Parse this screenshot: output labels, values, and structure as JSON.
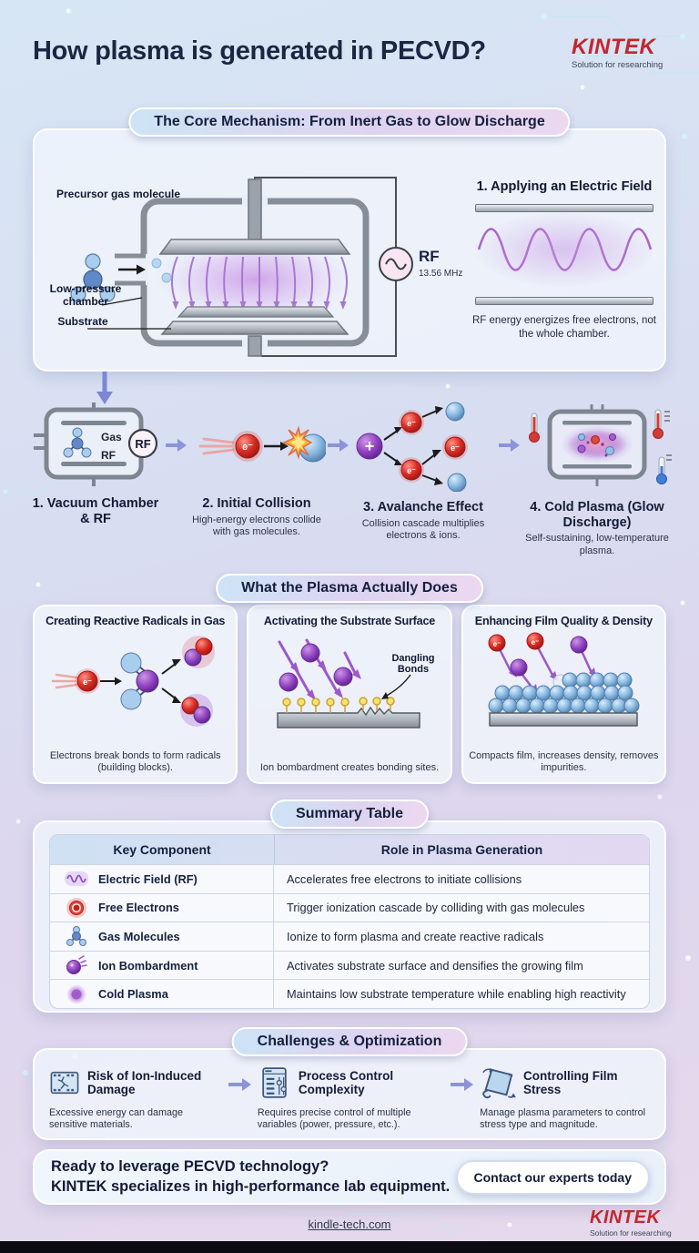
{
  "page": {
    "title": "How plasma is generated in PECVD?",
    "footer_link": "kindle-tech.com"
  },
  "brand": {
    "name": "KINTEK",
    "tagline": "Solution for researching",
    "color": "#c2272f"
  },
  "core_mechanism": {
    "badge": "The Core Mechanism: From Inert Gas to Glow Discharge",
    "chamber": {
      "precursor_label": "Precursor gas molecule",
      "chamber_label": "Low-pressure chamber",
      "substrate_label": "Substrate",
      "rf_label": "RF",
      "rf_frequency": "13.56 MHz"
    },
    "field_panel": {
      "title": "1. Applying an Electric Field",
      "caption": "RF energy energizes free electrons, not the whole chamber."
    }
  },
  "process_steps": [
    {
      "title": "1. Vacuum Chamber & RF",
      "caption": "",
      "gas_label": "Gas",
      "rf_label": "RF",
      "rf_badge": "RF"
    },
    {
      "title": "2. Initial Collision",
      "caption": "High-energy electrons collide with gas molecules.",
      "electron_symbol": "e⁻"
    },
    {
      "title": "3. Avalanche Effect",
      "caption": "Collision cascade multiplies electrons & ions.",
      "ion_symbol": "+",
      "electron_symbol": "e⁻"
    },
    {
      "title": "4. Cold Plasma (Glow Discharge)",
      "caption": "Self-sustaining, low-temperature plasma."
    }
  ],
  "plasma_functions": {
    "badge": "What the Plasma Actually Does",
    "cards": [
      {
        "title": "Creating Reactive Radicals in Gas",
        "caption": "Electrons break bonds to form radicals (building blocks).",
        "electron_symbol": "e⁻"
      },
      {
        "title": "Activating the Substrate Surface",
        "caption": "Ion bombardment creates bonding sites.",
        "annotation": "Dangling Bonds"
      },
      {
        "title": "Enhancing Film Quality & Density",
        "caption": "Compacts film, increases density, removes impurities."
      }
    ]
  },
  "summary_table": {
    "badge": "Summary Table",
    "headers": [
      "Key Component",
      "Role in Plasma Generation"
    ],
    "rows": [
      {
        "icon": "rf-wave-icon",
        "component": "Electric Field (RF)",
        "role": "Accelerates free electrons to initiate collisions"
      },
      {
        "icon": "free-electron-icon",
        "component": "Free Electrons",
        "role": "Trigger ionization cascade by colliding with gas molecules"
      },
      {
        "icon": "gas-molecule-icon",
        "component": "Gas Molecules",
        "role": "Ionize to form plasma and create reactive radicals"
      },
      {
        "icon": "ion-bombardment-icon",
        "component": "Ion Bombardment",
        "role": "Activates substrate surface and densifies the growing film"
      },
      {
        "icon": "cold-plasma-icon",
        "component": "Cold Plasma",
        "role": "Maintains low substrate temperature while enabling high reactivity"
      }
    ]
  },
  "challenges": {
    "badge": "Challenges & Optimization",
    "items": [
      {
        "title": "Risk of Ion-Induced Damage",
        "caption": "Excessive energy can damage sensitive materials."
      },
      {
        "title": "Process Control Complexity",
        "caption": "Requires precise control of multiple variables (power, pressure, etc.)."
      },
      {
        "title": "Controlling Film Stress",
        "caption": "Manage plasma parameters to control stress type and magnitude."
      }
    ]
  },
  "cta": {
    "line1": "Ready to leverage PECVD technology?",
    "line2": "KINTEK specializes in high-performance lab equipment.",
    "button_label": "Contact our experts today"
  },
  "colors": {
    "brand_red": "#c2272f",
    "navy": "#16213f",
    "purple_accent": "#9b59c9",
    "electron_red": "#d63a35",
    "ion_purple": "#9448c4",
    "gas_blue": "#8cb9e2"
  }
}
